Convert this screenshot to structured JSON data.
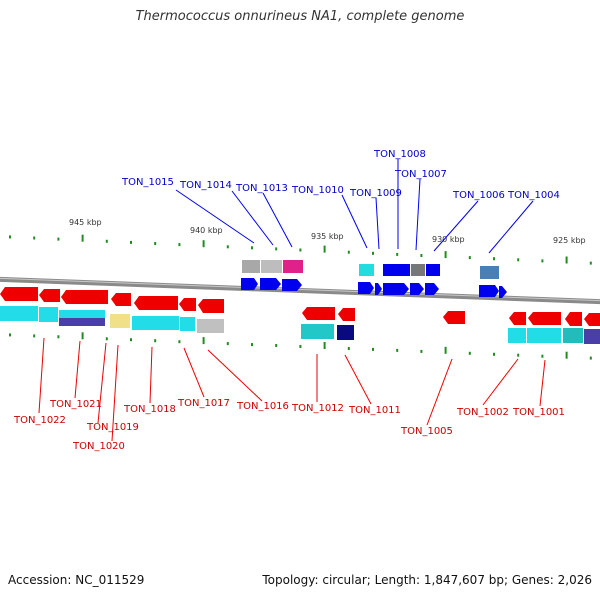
{
  "title": "Thermococcus onnurineus NA1, complete genome",
  "accession": "Accession: NC_011529",
  "topology": "Topology: circular; Length: 1,847,607 bp; Genes: 2,026",
  "colors": {
    "forward_label": "#0000cc",
    "reverse_label": "#cc0000",
    "forward_gene": "#0000ee",
    "reverse_gene": "#ee0000",
    "backbone": "#8a8a8a",
    "tick": "#228b22"
  },
  "scale_labels": [
    "945 kbp",
    "940 kbp",
    "935 kbp",
    "930 kbp",
    "925 kbp"
  ],
  "top_labels": [
    "TON_1015",
    "TON_1014",
    "TON_1013",
    "TON_1010",
    "TON_1009",
    "TON_1008",
    "TON_1007",
    "TON_1006",
    "TON_1004"
  ],
  "bottom_labels": [
    "TON_1022",
    "TON_1021",
    "TON_1019",
    "TON_1020",
    "TON_1018",
    "TON_1017",
    "TON_1016",
    "TON_1012",
    "TON_1011",
    "TON_1005",
    "TON_1002",
    "TON_1001"
  ]
}
